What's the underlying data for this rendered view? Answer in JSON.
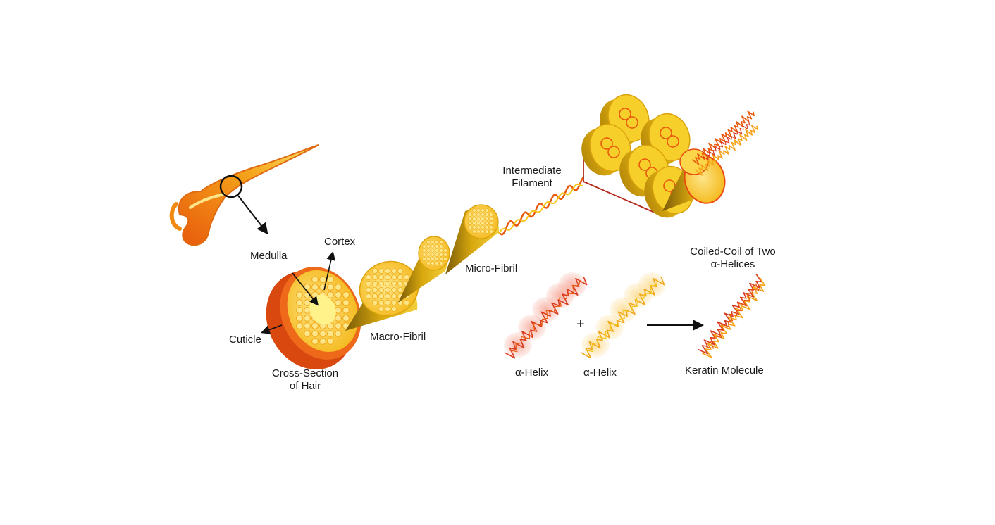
{
  "labels": {
    "medulla": "Medulla",
    "cortex": "Cortex",
    "cuticle": "Cuticle",
    "cross_section_line1": "Cross-Section",
    "cross_section_line2": "of Hair",
    "macro_fibril": "Macro-Fibril",
    "micro_fibril": "Micro-Fibril",
    "intermediate_line1": "Intermediate",
    "intermediate_line2": "Filament",
    "coiled_coil_line1": "Coiled-Coil of Two",
    "coiled_coil_line2": "α-Helices",
    "alpha_helix_1": "α-Helix",
    "alpha_helix_2": "α-Helix",
    "keratin_molecule": "Keratin Molecule",
    "plus": "+"
  },
  "colors": {
    "gold": "#f5c518",
    "light_yellow": "#fbe36a",
    "orange": "#f08a12",
    "deep_orange": "#e8590c",
    "red": "#d93b1f",
    "dark_gold": "#b88a08"
  }
}
